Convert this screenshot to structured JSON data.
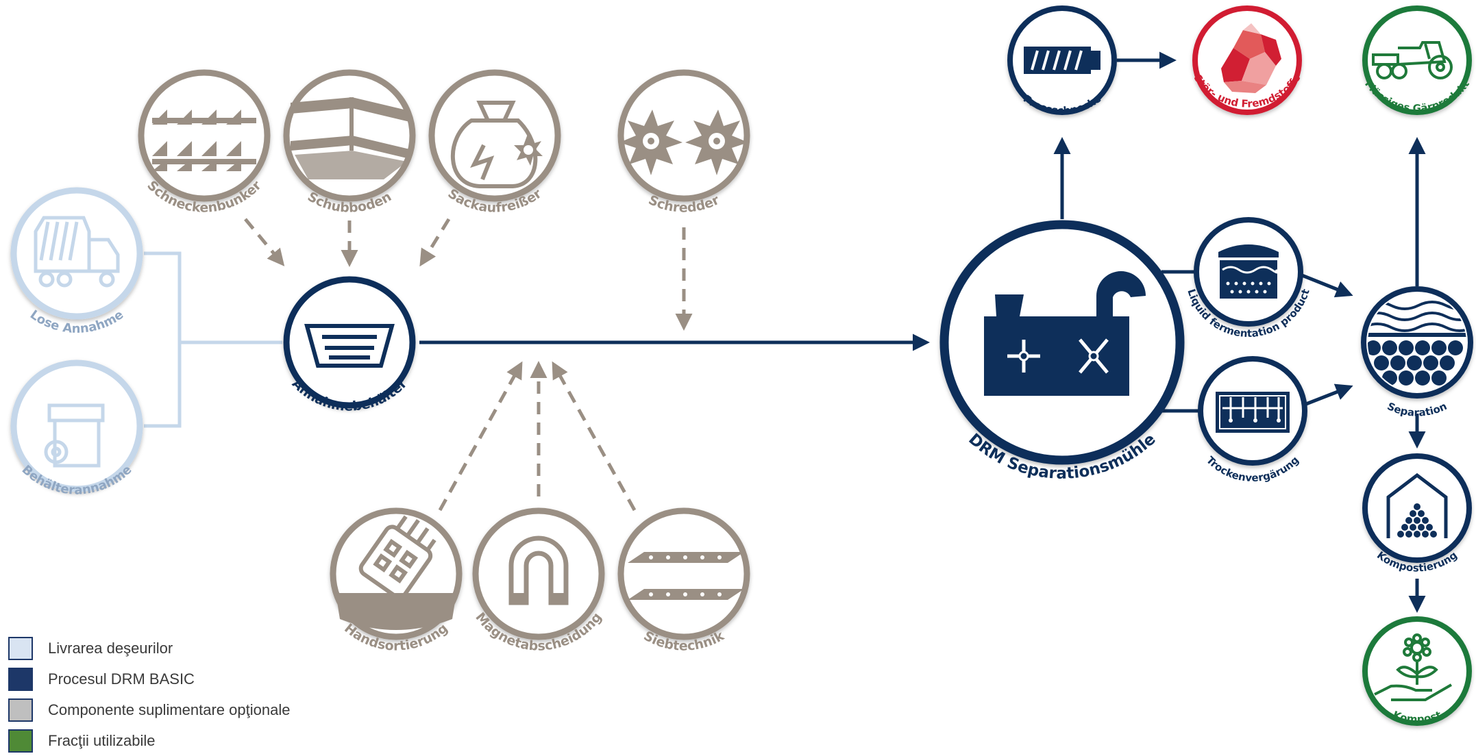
{
  "colors": {
    "navy": "#0e2f5a",
    "light_blue": "#c5d7ea",
    "light_blue_text": "#8fa6c2",
    "taupe": "#9a8f84",
    "red": "#d11f33",
    "green": "#1f7a3a"
  },
  "nodes": {
    "lose_annahme": "Lose Annahme",
    "behaelterannahme": "Behälterannahme",
    "schneckenbunker": "Schneckenbunker",
    "schubboden": "Schubboden",
    "sackaufreisser": "Sackaufreißer",
    "schredder": "Schredder",
    "annahmebehaelter": "Annahmebehälter",
    "handsortierung": "Handsortierung",
    "magnetabscheidung": "Magnetabscheidung",
    "siebtechnik": "Siebtechnik",
    "drm_separationsmuehle": "DRM Separationsmühle",
    "pressschnecke": "Pressschnecke",
    "stoer_fremdstoffe": "Stör- und Fremdstoffe",
    "liquid_fermentation": "Liquid fermentation product",
    "trockenvergaerung": "Trockenvergärung",
    "separation": "Separation",
    "fluessiges_gaerprodukt": "Flüssiges Gärprodukt",
    "kompostierung": "Kompostierung",
    "kompost": "Kompost"
  },
  "legend": [
    {
      "label": "Livrarea deşeurilor",
      "fill": "#d9e4f2",
      "border": "#1d3768"
    },
    {
      "label": "Procesul DRM BASIC",
      "fill": "#1d3768",
      "border": "#1d3768"
    },
    {
      "label": "Componente suplimentare opţionale",
      "fill": "#bfbfbf",
      "border": "#1d3768"
    },
    {
      "label": "Fracţii utilizabile",
      "fill": "#4f8a36",
      "border": "#1d3768"
    }
  ]
}
